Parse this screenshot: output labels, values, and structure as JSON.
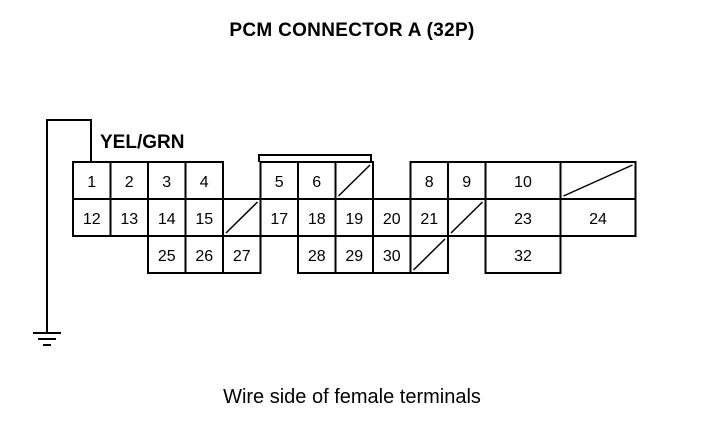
{
  "title": "PCM CONNECTOR A (32P)",
  "wire_label": "YEL/GRN",
  "caption": "Wire side of female terminals",
  "connector": {
    "rows": [
      [
        {
          "pin": "1"
        },
        {
          "pin": "2"
        },
        {
          "pin": "3"
        },
        {
          "pin": "4"
        },
        {
          "empty": true
        },
        {
          "pin": "5"
        },
        {
          "pin": "6"
        },
        {
          "blank": true
        },
        {
          "empty": true
        },
        {
          "pin": "8"
        },
        {
          "pin": "9"
        },
        {
          "pin": "10",
          "wide": true
        },
        {
          "blank": true,
          "wide": true
        }
      ],
      [
        {
          "pin": "12"
        },
        {
          "pin": "13"
        },
        {
          "pin": "14"
        },
        {
          "pin": "15"
        },
        {
          "blank": true
        },
        {
          "pin": "17"
        },
        {
          "pin": "18"
        },
        {
          "pin": "19"
        },
        {
          "pin": "20"
        },
        {
          "pin": "21"
        },
        {
          "blank": true
        },
        {
          "pin": "23",
          "wide": true
        },
        {
          "pin": "24",
          "wide": true
        }
      ],
      [
        {
          "empty": true
        },
        {
          "empty": true
        },
        {
          "pin": "25"
        },
        {
          "pin": "26"
        },
        {
          "pin": "27"
        },
        {
          "empty": true
        },
        {
          "pin": "28"
        },
        {
          "pin": "29"
        },
        {
          "pin": "30"
        },
        {
          "blank": true
        },
        {
          "empty": true
        },
        {
          "pin": "32",
          "wide": true
        },
        {
          "empty": true,
          "wide": true
        }
      ]
    ]
  }
}
